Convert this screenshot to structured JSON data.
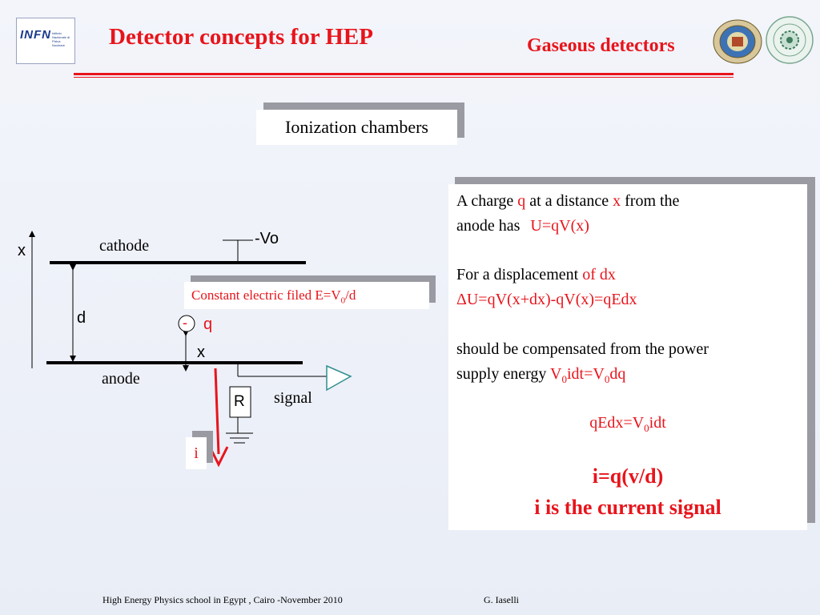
{
  "header": {
    "title": "Detector  concepts for HEP",
    "subtitle": "Gaseous detectors",
    "logo_text": "INFN",
    "logo_subtext": "Istituto Nazionale di Fisica Nucleare"
  },
  "section_title": "Ionization chambers",
  "diagram": {
    "x_axis_label": "x",
    "cathode_label": "cathode",
    "voltage_label": "-Vo",
    "field_label_prefix": "Constant electric filed  E=V",
    "field_label_sub": "0",
    "field_label_suffix": "/d",
    "gap_label": "d",
    "charge_sign": "-",
    "charge_label": "q",
    "distance_label": "x",
    "anode_label": "anode",
    "resistor_label": "R",
    "signal_label": "signal",
    "current_label": "i"
  },
  "explanation": {
    "line1_a": "A charge ",
    "line1_q": "q",
    "line1_b": " at a distance ",
    "line1_x": "x",
    "line1_c": " from the",
    "line2_a": "anode has ",
    "line2_eq": "U=qV(x)",
    "line3_a": " For a displacement ",
    "line3_dx": "of  dx",
    "line4": "ΔU=qV(x+dx)-qV(x)=qEdx",
    "line5": "should be compensated  from the power",
    "line6_a": "supply energy ",
    "line6_v": "V",
    "line6_sub": "0",
    "line6_b": "idt=V",
    "line6_sub2": "0",
    "line6_c": "dq",
    "eq_a": "qEdx=V",
    "eq_sub": "0",
    "eq_b": "idt",
    "result": "i=q(v/d)",
    "conclusion": "i is the current signal"
  },
  "footer": {
    "left": "High  Energy  Physics school in Egypt , Cairo -November  2010",
    "right": "G. Iaselli"
  },
  "colors": {
    "accent": "#e8141b",
    "text": "#000000",
    "shadow": "#9a9aa2"
  }
}
